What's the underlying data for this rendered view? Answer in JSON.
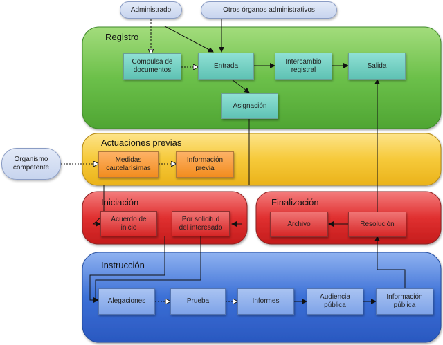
{
  "external": {
    "administrado": "Administrado",
    "otros_organos": "Otros órganos administrativos",
    "organismo": "Organismo\ncompetente"
  },
  "regions": {
    "registro": "Registro",
    "actuaciones_previas": "Actuaciones previas",
    "iniciacion": "Iniciación",
    "finalizacion": "Finalización",
    "instruccion": "Instrucción"
  },
  "registro": {
    "compulsa": "Compulsa de\ndocumentos",
    "entrada": "Entrada",
    "intercambio": "Intercambio\nregistral",
    "salida": "Salida",
    "asignacion": "Asignación"
  },
  "actuaciones": {
    "medidas": "Medidas\ncautelarísimas",
    "informacion_previa": "Información\nprevia"
  },
  "iniciacion": {
    "acuerdo": "Acuerdo de\ninicio",
    "solicitud": "Por solicitud\ndel interesado"
  },
  "finalizacion": {
    "archivo": "Archivo",
    "resolucion": "Resolución"
  },
  "instruccion": {
    "alegaciones": "Alegaciones",
    "prueba": "Prueba",
    "informes": "Informes",
    "audiencia": "Audiencia\npública",
    "informacion_publica": "Información\npública"
  },
  "colors": {
    "registro": "#6cc04a",
    "actuaciones": "#f6c93a",
    "iniciacion": "#e03030",
    "finalizacion": "#e03030",
    "instruccion": "#3b6fd6"
  }
}
